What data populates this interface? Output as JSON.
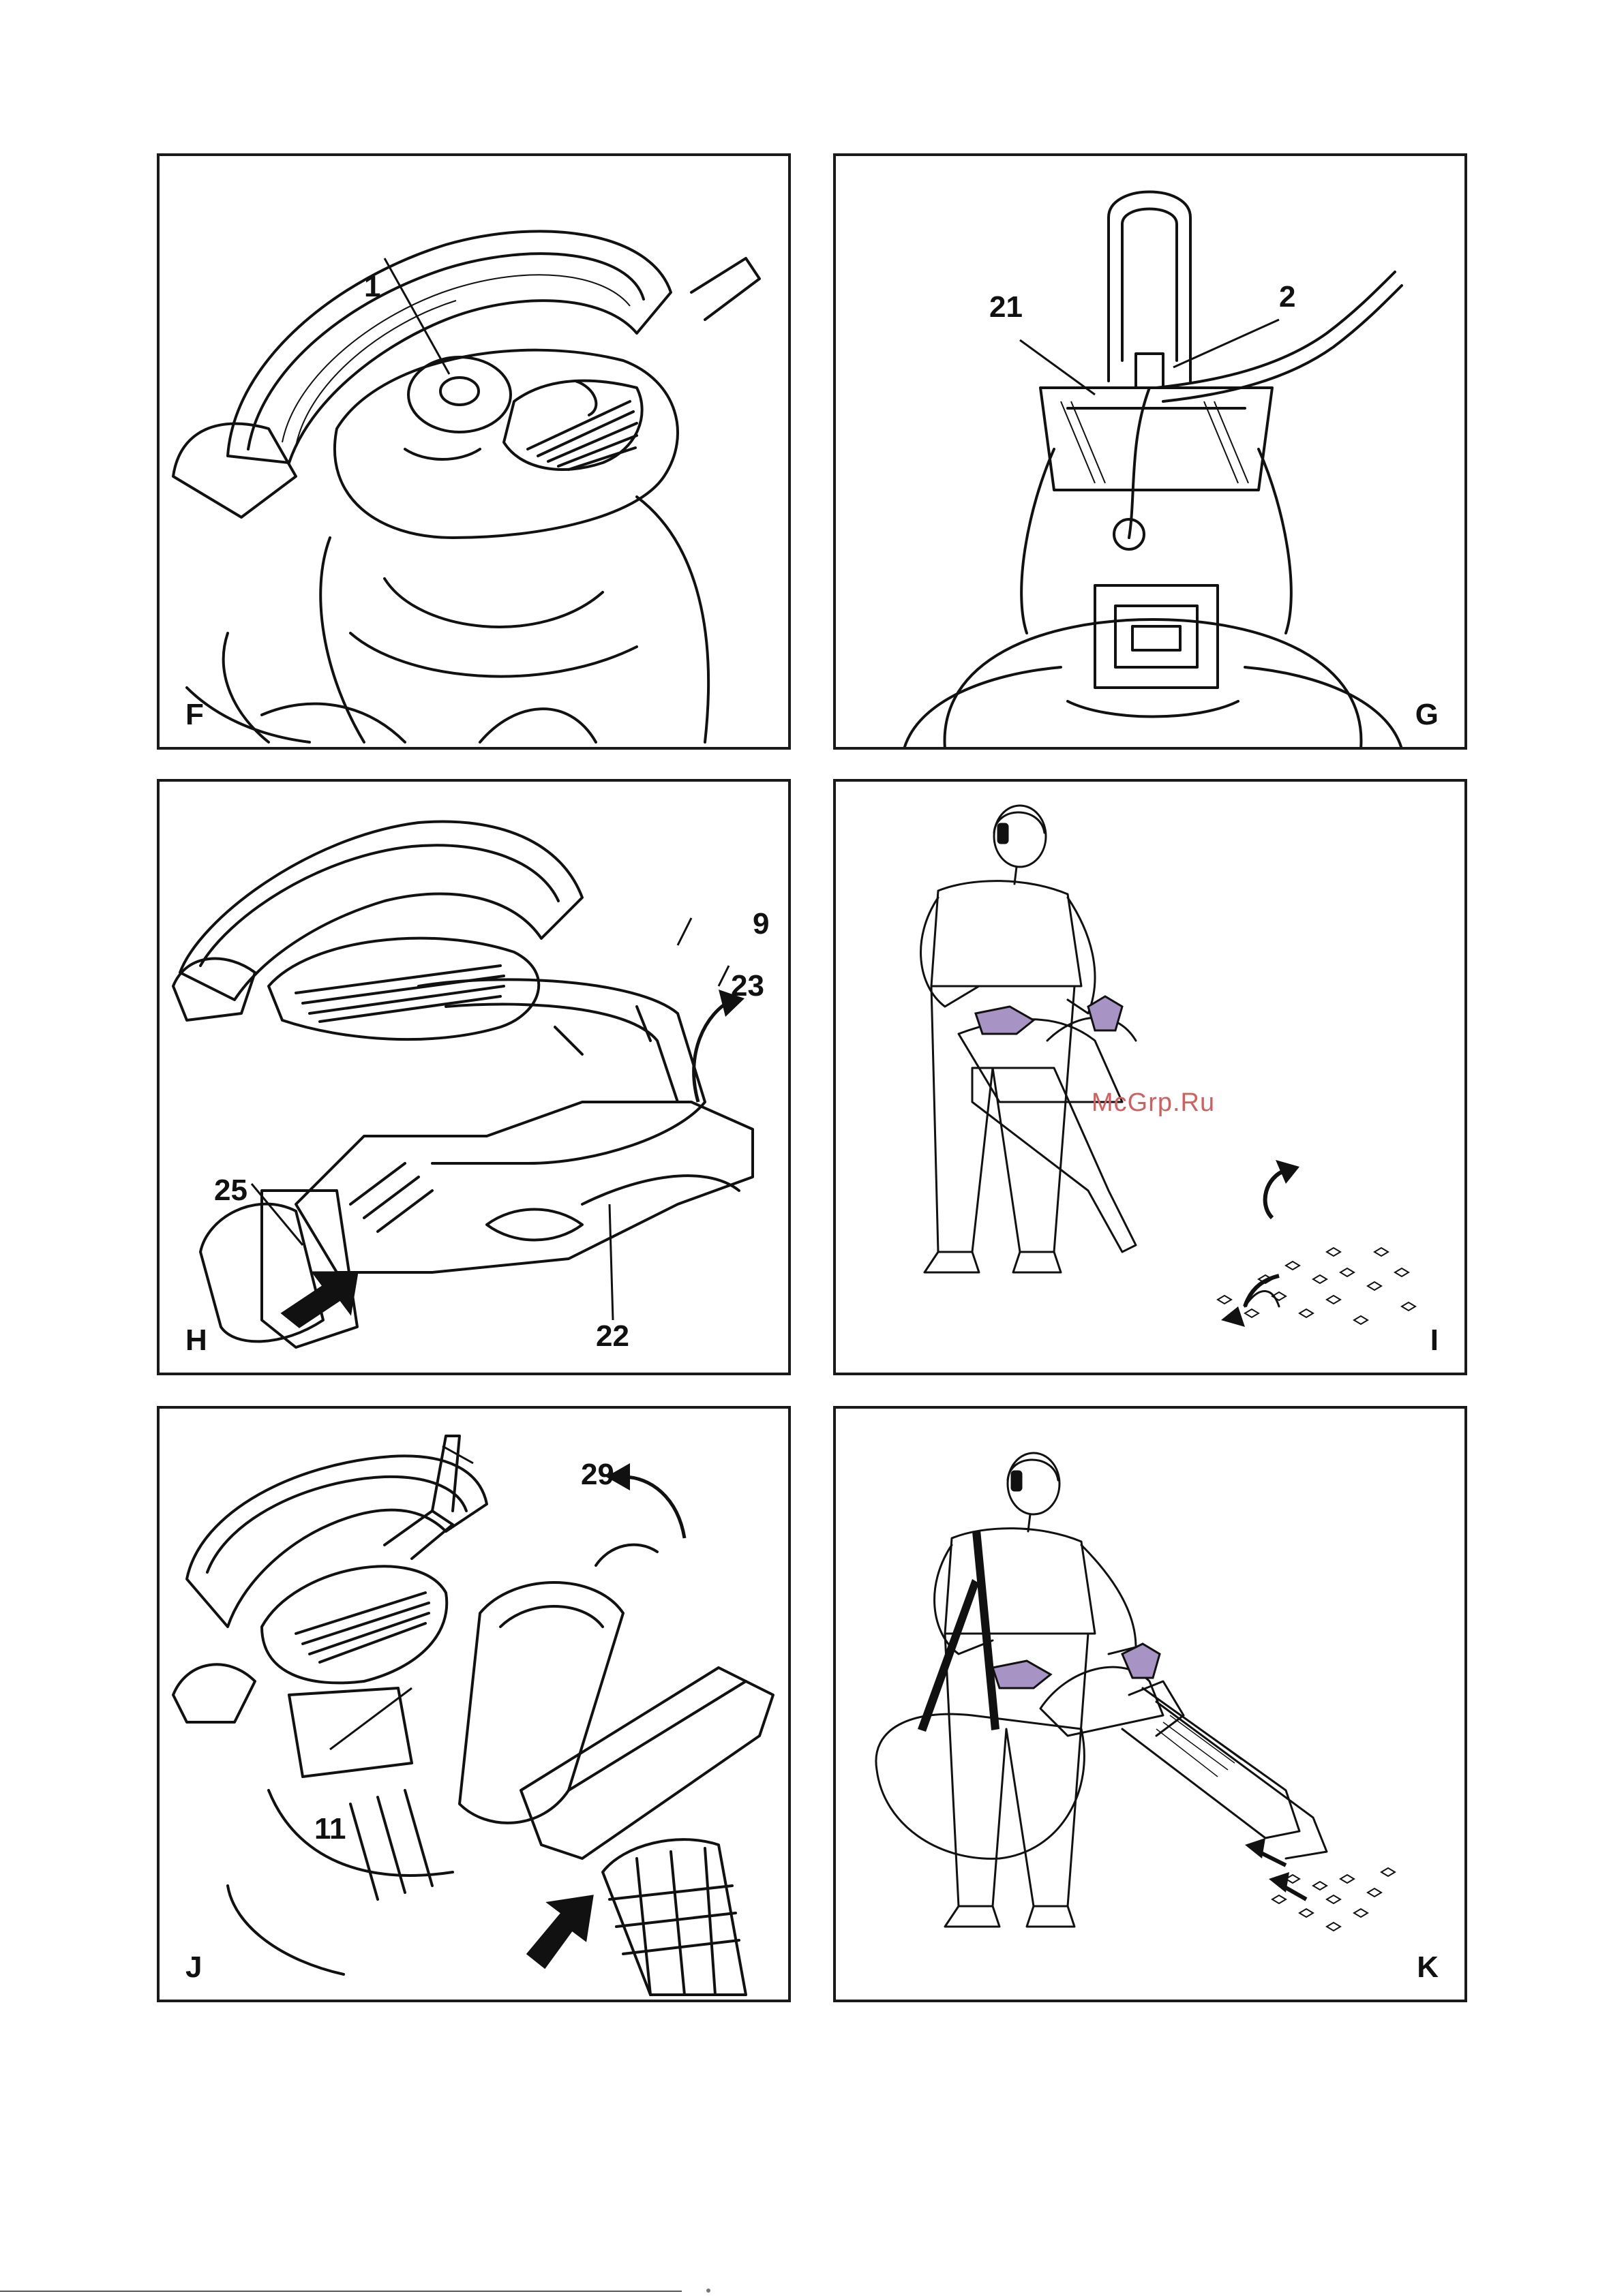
{
  "panels": {
    "F": {
      "letter": "F",
      "callouts": {
        "c1": "1"
      }
    },
    "G": {
      "letter": "G",
      "callouts": {
        "c21": "21",
        "c2": "2"
      }
    },
    "H": {
      "letter": "H",
      "callouts": {
        "c9": "9",
        "c23": "23",
        "c25": "25",
        "c22": "22"
      }
    },
    "I": {
      "letter": "I",
      "watermark": "McGrp.Ru"
    },
    "J": {
      "letter": "J",
      "callouts": {
        "c29": "29",
        "c11": "11"
      }
    },
    "K": {
      "letter": "K"
    }
  },
  "colors": {
    "glove": "#a894c4",
    "frame": "#1a1a1a",
    "watermark": "#d06060"
  }
}
